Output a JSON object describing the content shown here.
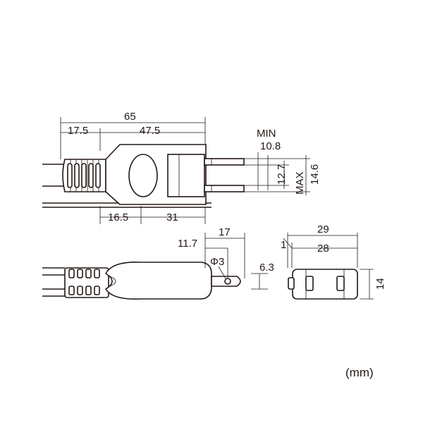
{
  "top_view": {
    "total_length": "65",
    "cord_section": "17.5",
    "plug_section": "47.5",
    "min_label": "MIN",
    "min_value": "10.8",
    "pin_span": "12.7",
    "max_label": "MAX",
    "max_value": "14.6",
    "grip_length": "16.5",
    "head_length": "31"
  },
  "side_view": {
    "overall": "17",
    "offset": "11.7",
    "hole": "Φ3",
    "pin_thickness": "6.3"
  },
  "end_view": {
    "outer_width": "29",
    "inner_width": "28",
    "step": "1",
    "height": "14"
  },
  "unit": "(mm)"
}
